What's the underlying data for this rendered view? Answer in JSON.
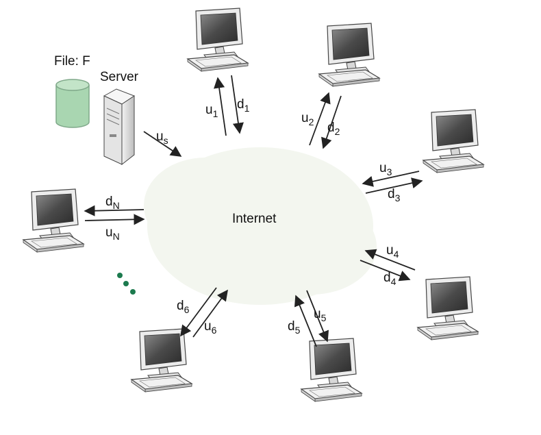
{
  "file_label": "File: F",
  "server_label": "Server",
  "network_label": "Internet",
  "us_label": {
    "base": "u",
    "sub": "s"
  },
  "links": [
    {
      "peer": 1,
      "up": "u",
      "up_sub": "1",
      "down": "d",
      "down_sub": "1"
    },
    {
      "peer": 2,
      "up": "u",
      "up_sub": "2",
      "down": "d",
      "down_sub": "2"
    },
    {
      "peer": 3,
      "up": "u",
      "up_sub": "3",
      "down": "d",
      "down_sub": "3"
    },
    {
      "peer": 4,
      "up": "u",
      "up_sub": "4",
      "down": "d",
      "down_sub": "4"
    },
    {
      "peer": 5,
      "up": "u",
      "up_sub": "5",
      "down": "d",
      "down_sub": "5"
    },
    {
      "peer": 6,
      "up": "u",
      "up_sub": "6",
      "down": "d",
      "down_sub": "6"
    },
    {
      "peer": "N",
      "up": "u",
      "up_sub": "N",
      "down": "d",
      "down_sub": "N"
    }
  ],
  "colors": {
    "cylinder": "#a9d6b1",
    "cylinder_stroke": "#7fa889",
    "cloud": "#f3f6ef",
    "dots": "#1c7a4e",
    "monitor_frame": "#ececec",
    "screen": "#5b5b5b",
    "tower": "#d9d9d9",
    "stroke": "#333333",
    "arrow": "#222222"
  }
}
